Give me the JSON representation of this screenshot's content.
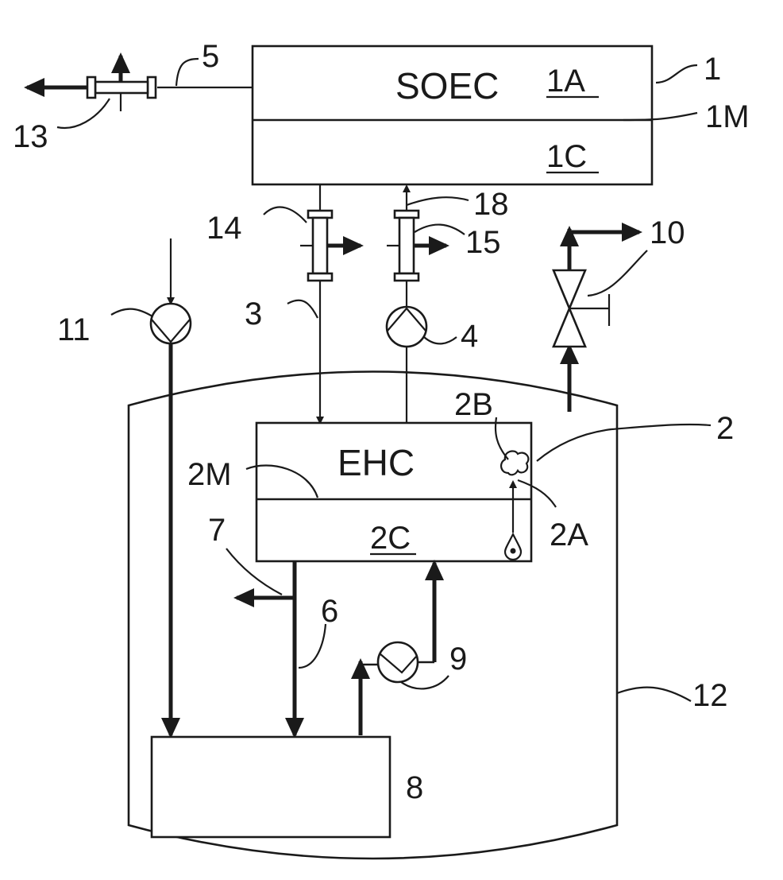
{
  "soec": {
    "title": "SOEC",
    "ref": "1",
    "anode": "1A",
    "cathode": "1C",
    "membrane": "1M"
  },
  "ehc": {
    "title": "EHC",
    "ref": "2",
    "anode": "2A",
    "cathode": "2C",
    "membrane": "2M",
    "bubble": "2B"
  },
  "labels": {
    "line3": "3",
    "pump4": "4",
    "line5": "5",
    "line6": "6",
    "line7": "7",
    "tank8": "8",
    "pump9": "9",
    "valve10": "10",
    "pump11": "11",
    "enclosure12": "12",
    "hx13": "13",
    "hx14": "14",
    "hx15": "15",
    "line18": "18"
  },
  "colors": {
    "ink": "#1a1a1a",
    "background": "#ffffff"
  },
  "icons": [
    "arrow-icon",
    "pump-icon",
    "valve-icon",
    "heat-exchanger-icon",
    "droplet-icon",
    "bubble-icon"
  ]
}
